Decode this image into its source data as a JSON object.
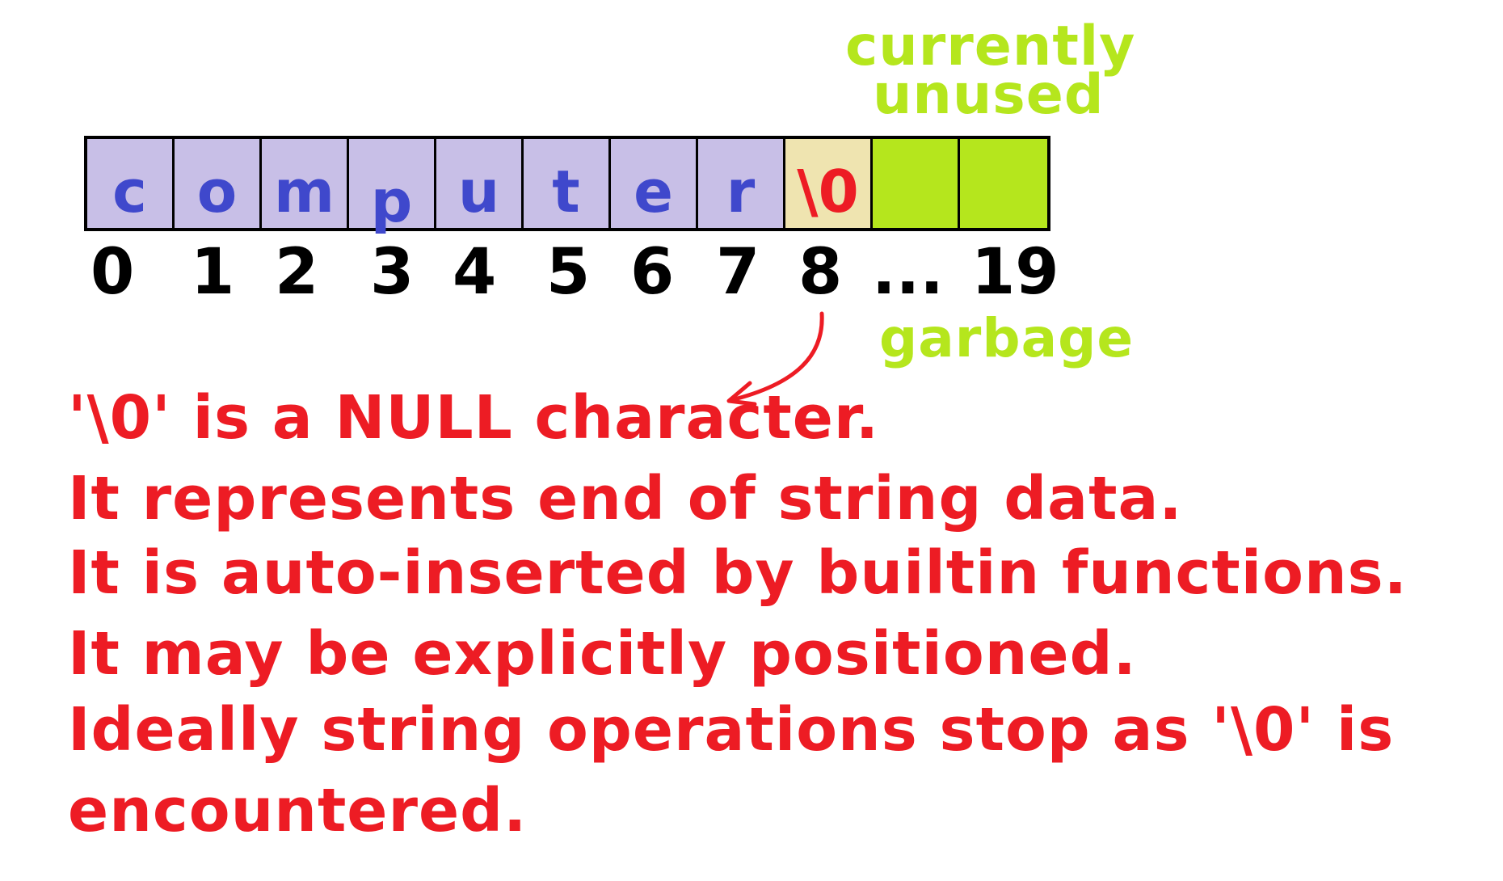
{
  "labels": {
    "currently": "currently",
    "unused": "unused",
    "garbage": "garbage"
  },
  "array": {
    "cells": [
      {
        "text": "c",
        "kind": "char"
      },
      {
        "text": "o",
        "kind": "char"
      },
      {
        "text": "m",
        "kind": "char"
      },
      {
        "text": "p",
        "kind": "char"
      },
      {
        "text": "u",
        "kind": "char"
      },
      {
        "text": "t",
        "kind": "char"
      },
      {
        "text": "e",
        "kind": "char"
      },
      {
        "text": "r",
        "kind": "char"
      },
      {
        "text": "\\0",
        "kind": "null"
      },
      {
        "text": "",
        "kind": "unused"
      },
      {
        "text": "",
        "kind": "unused"
      }
    ],
    "indices": [
      "0",
      "1",
      "2",
      "3",
      "4",
      "5",
      "6",
      "7",
      "8",
      "...",
      "19"
    ]
  },
  "notes": [
    "'\\0' is a NULL character.",
    "It represents end of string data.",
    "It is auto-inserted by builtin functions.",
    "It may be explicitly positioned.",
    "Ideally  string operations  stop as '\\0' is",
    "encountered."
  ],
  "colors": {
    "char_cell": "#c8bfe7",
    "char_text": "#3f48cc",
    "null_cell": "#efe4b0",
    "null_text": "#ed1c24",
    "unused_cell": "#b5e61d",
    "label_green": "#b5e61d",
    "note_red": "#ed1c24"
  }
}
